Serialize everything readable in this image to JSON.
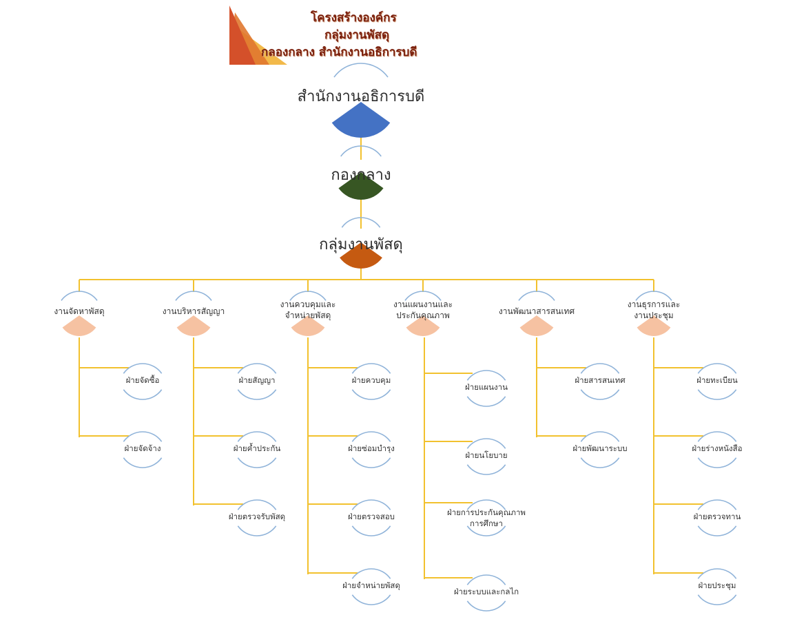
{
  "title": {
    "lines": [
      "โครงสร้างองค์กร",
      "กลุ่มงานพัสดุ",
      "กลองกลาง สำนักงานอธิการบดี"
    ]
  },
  "colors": {
    "connector": "#f2c12e",
    "arc": "#8fb3d9",
    "title_text": "#7a1f0c",
    "level1": "#4472c4",
    "level2": "#375623",
    "level3": "#c55a11",
    "section": "#f6c2a2"
  },
  "top_nodes": [
    {
      "label": "สำนักงานอธิการบดี"
    },
    {
      "label": "กองกลาง"
    },
    {
      "label": "กลุ่มงานพัสดุ"
    }
  ],
  "sections": [
    {
      "label": "งานจัดหาพัสดุ",
      "units": [
        "ฝ่ายจัดซื้อ",
        "ฝ่ายจัดจ้าง"
      ]
    },
    {
      "label": "งานบริหารสัญญา",
      "units": [
        "ฝ่ายสัญญา",
        "ฝ่ายค้ำประกัน",
        "ฝ่ายตรวจรับพัสดุ"
      ]
    },
    {
      "label": "งานควบคุมและ\nจำหน่ายพัสดุ",
      "units": [
        "ฝ่ายควบคุม",
        "ฝ่ายซ่อมบำรุง",
        "ฝ่ายตรวจสอบ",
        "ฝ่ายจำหน่ายพัสดุ"
      ]
    },
    {
      "label": "งานแผนงานและ\nประกันคุณภาพ",
      "units": [
        "ฝ่ายแผนงาน",
        "ฝ่ายนโยบาย",
        "ฝ่ายการประกันคุณภาพ\nการศึกษา",
        "ฝ่ายระบบและกลไก"
      ]
    },
    {
      "label": "งานพัฒนาสารสนเทศ",
      "units": [
        "ฝ่ายสารสนเทศ",
        "ฝ่ายพัฒนาระบบ"
      ]
    },
    {
      "label": "งานธุรการและ\nงานประชุม",
      "units": [
        "ฝ่ายทะเบียน",
        "ฝ่ายร่างหนังสือ",
        "ฝ่ายตรวจทาน",
        "ฝ่ายประชุม"
      ]
    }
  ]
}
